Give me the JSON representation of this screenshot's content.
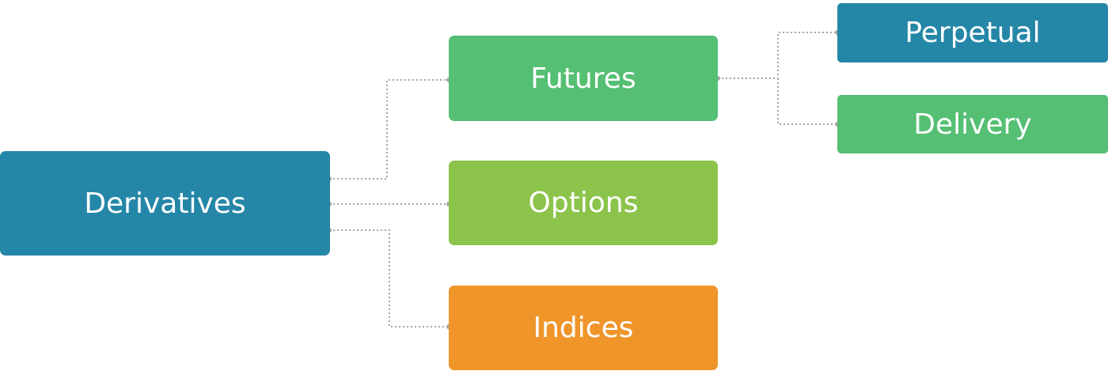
{
  "nodes": {
    "derivatives": {
      "label": "Derivatives",
      "color": "#2587a8"
    },
    "futures": {
      "label": "Futures",
      "color": "#55bf73"
    },
    "options": {
      "label": "Options",
      "color": "#8cc34b"
    },
    "indices": {
      "label": "Indices",
      "color": "#ef9529"
    },
    "perpetual": {
      "label": "Perpetual",
      "color": "#2587a8"
    },
    "delivery": {
      "label": "Delivery",
      "color": "#55bf73"
    }
  },
  "connector_color": "#a6a6a6"
}
